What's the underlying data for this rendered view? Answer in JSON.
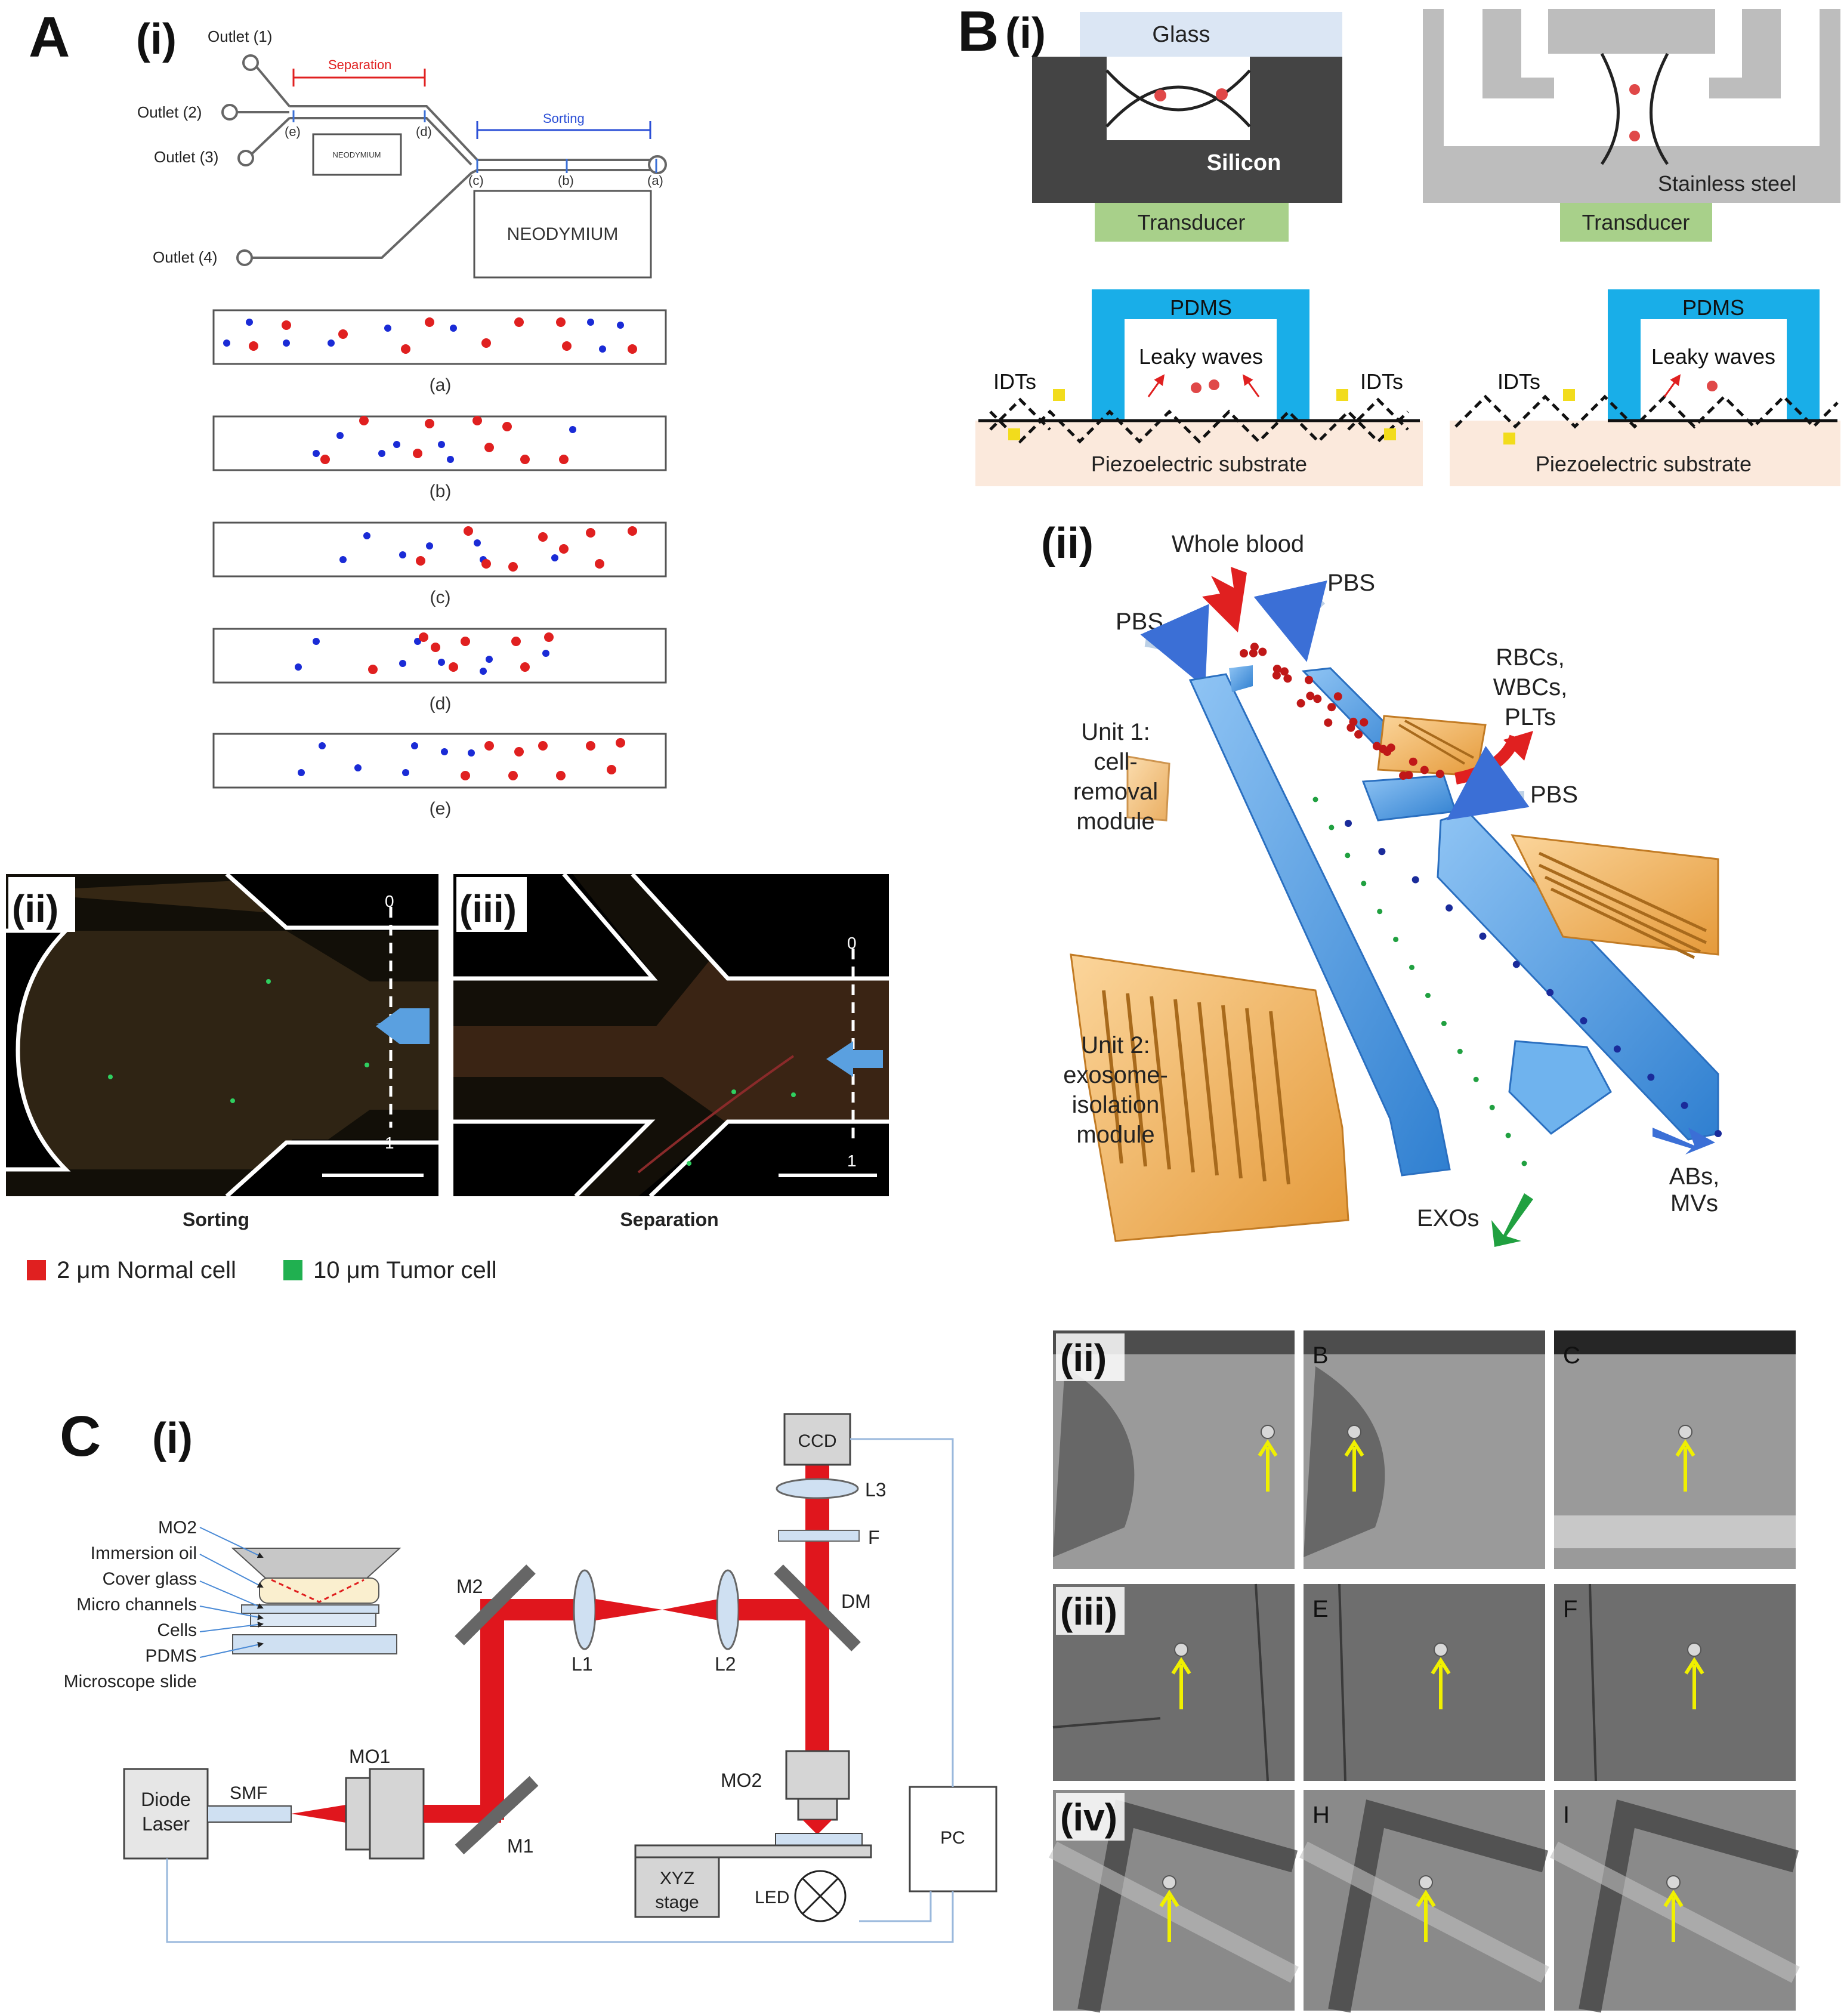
{
  "panelA": {
    "letter": "A",
    "i": {
      "label": "(i)",
      "outlets": [
        "Outlet (1)",
        "Outlet (2)",
        "Outlet (3)",
        "Outlet (4)"
      ],
      "separation": "Separation",
      "sorting": "Sorting",
      "points": [
        "(e)",
        "(d)",
        "(c)",
        "(b)",
        "(a)"
      ],
      "magnet_small": "NEODYMIUM",
      "magnet_large": "NEODYMIUM",
      "strips": [
        "(a)",
        "(b)",
        "(c)",
        "(d)",
        "(e)"
      ]
    },
    "ii": {
      "label": "(ii)",
      "caption": "Sorting",
      "axis_top": "0",
      "axis_bottom": "1"
    },
    "iii": {
      "label": "(iii)",
      "caption": "Separation",
      "axis_top": "0",
      "axis_bottom": "1"
    },
    "legend": [
      {
        "text": "2 μm Normal cell",
        "color": "#e02020"
      },
      {
        "text": "10 μm Tumor cell",
        "color": "#20b050"
      }
    ]
  },
  "panelB": {
    "letter": "B",
    "i": {
      "label": "(i)",
      "glass": "Glass",
      "silicon": "Silicon",
      "transducer1": "Transducer",
      "stainless": "Stainless steel",
      "transducer2": "Transducer",
      "pdms1": "PDMS",
      "leaky1": "Leaky waves",
      "idts_l": "IDTs",
      "idts_r": "IDTs",
      "piezo1": "Piezoelectric substrate",
      "pdms2": "PDMS",
      "leaky2": "Leaky waves",
      "idts3": "IDTs",
      "piezo2": "Piezoelectric substrate"
    },
    "ii": {
      "label": "(ii)",
      "whole_blood": "Whole blood",
      "pbs1": "PBS",
      "pbs2": "PBS",
      "pbs3": "PBS",
      "rbcs": [
        "RBCs,",
        "WBCs,",
        "PLTs"
      ],
      "unit1": [
        "Unit 1:",
        "cell-",
        "removal",
        "module"
      ],
      "unit2": [
        "Unit 2:",
        "exosome-",
        "isolation",
        "module"
      ],
      "exos": "EXOs",
      "abs": [
        "ABs,",
        "MVs"
      ]
    }
  },
  "panelC": {
    "letter": "C",
    "i": {
      "label": "(i)",
      "stack": [
        "MO2",
        "Immersion oil",
        "Cover glass",
        "Micro channels",
        "Cells",
        "PDMS",
        "Microscope slide"
      ],
      "ccd": "CCD",
      "l3": "L3",
      "f": "F",
      "dm": "DM",
      "m2": "M2",
      "l1": "L1",
      "l2": "L2",
      "mo1": "MO1",
      "smf": "SMF",
      "laser": [
        "Diode",
        "Laser"
      ],
      "m1": "M1",
      "mo2": "MO2",
      "pc": "PC",
      "stage": [
        "XYZ",
        "stage"
      ],
      "led": "LED"
    },
    "grid": {
      "rows": [
        "(ii)",
        "(iii)",
        "(iv)"
      ],
      "letters": [
        "B",
        "C",
        "E",
        "F",
        "H",
        "I"
      ]
    }
  },
  "colors": {
    "red_cell": "#e02020",
    "blue_cell": "#1a2bd6",
    "beam": "#e0161d",
    "pdms": "#19aee8",
    "channel": "#5aa6e6",
    "electrode": "#f0b25a"
  }
}
